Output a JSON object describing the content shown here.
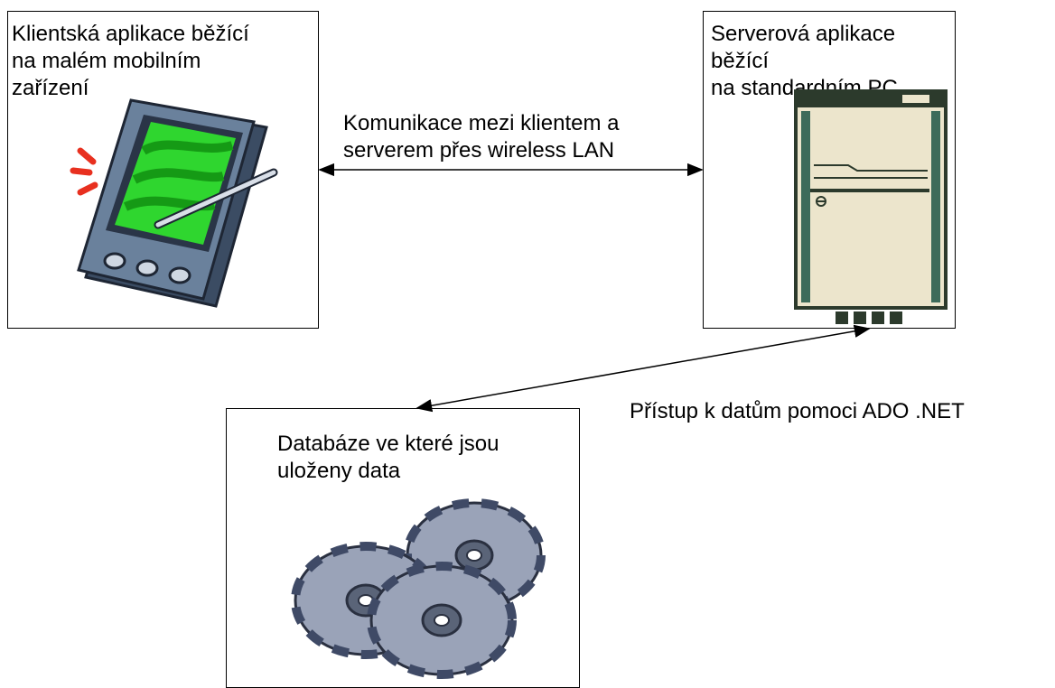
{
  "nodes": {
    "client": {
      "label": "Klientská aplikace běžící\nna malém mobilním\nzařízení",
      "icon": "pda-icon"
    },
    "server": {
      "label": "Serverová aplikace běžící\nna standardním PC",
      "icon": "server-tower-icon"
    },
    "database": {
      "label": "Databáze ve které jsou\nuloženy data",
      "icon": "disc-stack-icon"
    }
  },
  "edges": {
    "client_server": {
      "label": "Komunikace mezi klientem a\nserverem přes wireless LAN",
      "direction": "bidirectional"
    },
    "server_database": {
      "label": "Přístup k datům pomoci ADO .NET",
      "direction": "bidirectional"
    }
  },
  "colors": {
    "screen_green": "#2fd62f",
    "pda_body": "#5a6f86",
    "pda_accent": "#e8301f",
    "server_body": "#ece5cc",
    "server_trim": "#2c3a2c",
    "disc_silver": "#9aa3b8",
    "disc_dark": "#3f4a66"
  }
}
